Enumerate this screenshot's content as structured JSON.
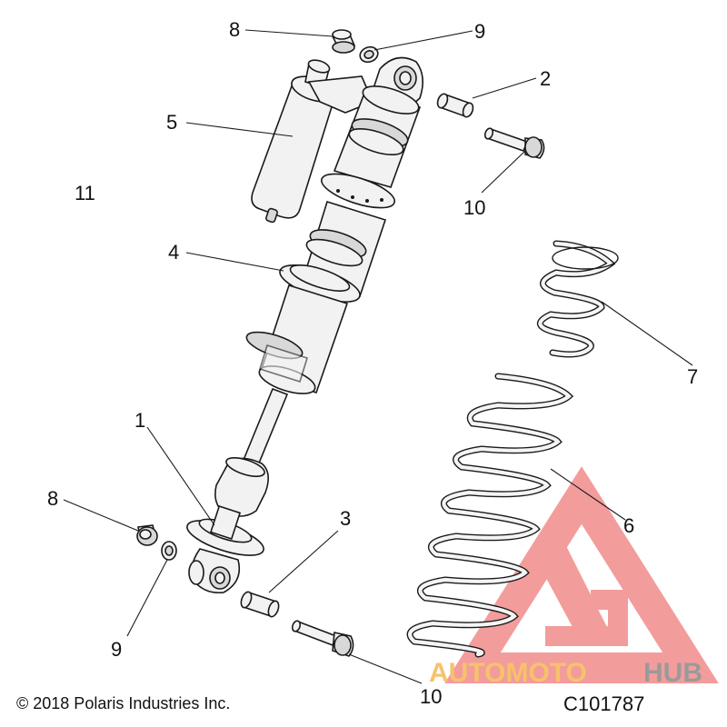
{
  "diagram": {
    "callouts": {
      "c1": "1",
      "c2": "2",
      "c3": "3",
      "c4": "4",
      "c5": "5",
      "c6": "6",
      "c7": "7",
      "c8_top": "8",
      "c8_bottom": "8",
      "c9_top": "9",
      "c9_bottom": "9",
      "c10_top": "10",
      "c10_bottom": "10",
      "c11": "11"
    },
    "copyright": "© 2018 Polaris Industries Inc.",
    "figure_code": "C101787"
  },
  "watermark": {
    "word_part1": "AUTOMOTO",
    "word_part2": "HUB",
    "colors": {
      "logo": "#f28b8b",
      "text_orange": "#f6c26b",
      "text_gray": "#9a9a9a"
    }
  }
}
